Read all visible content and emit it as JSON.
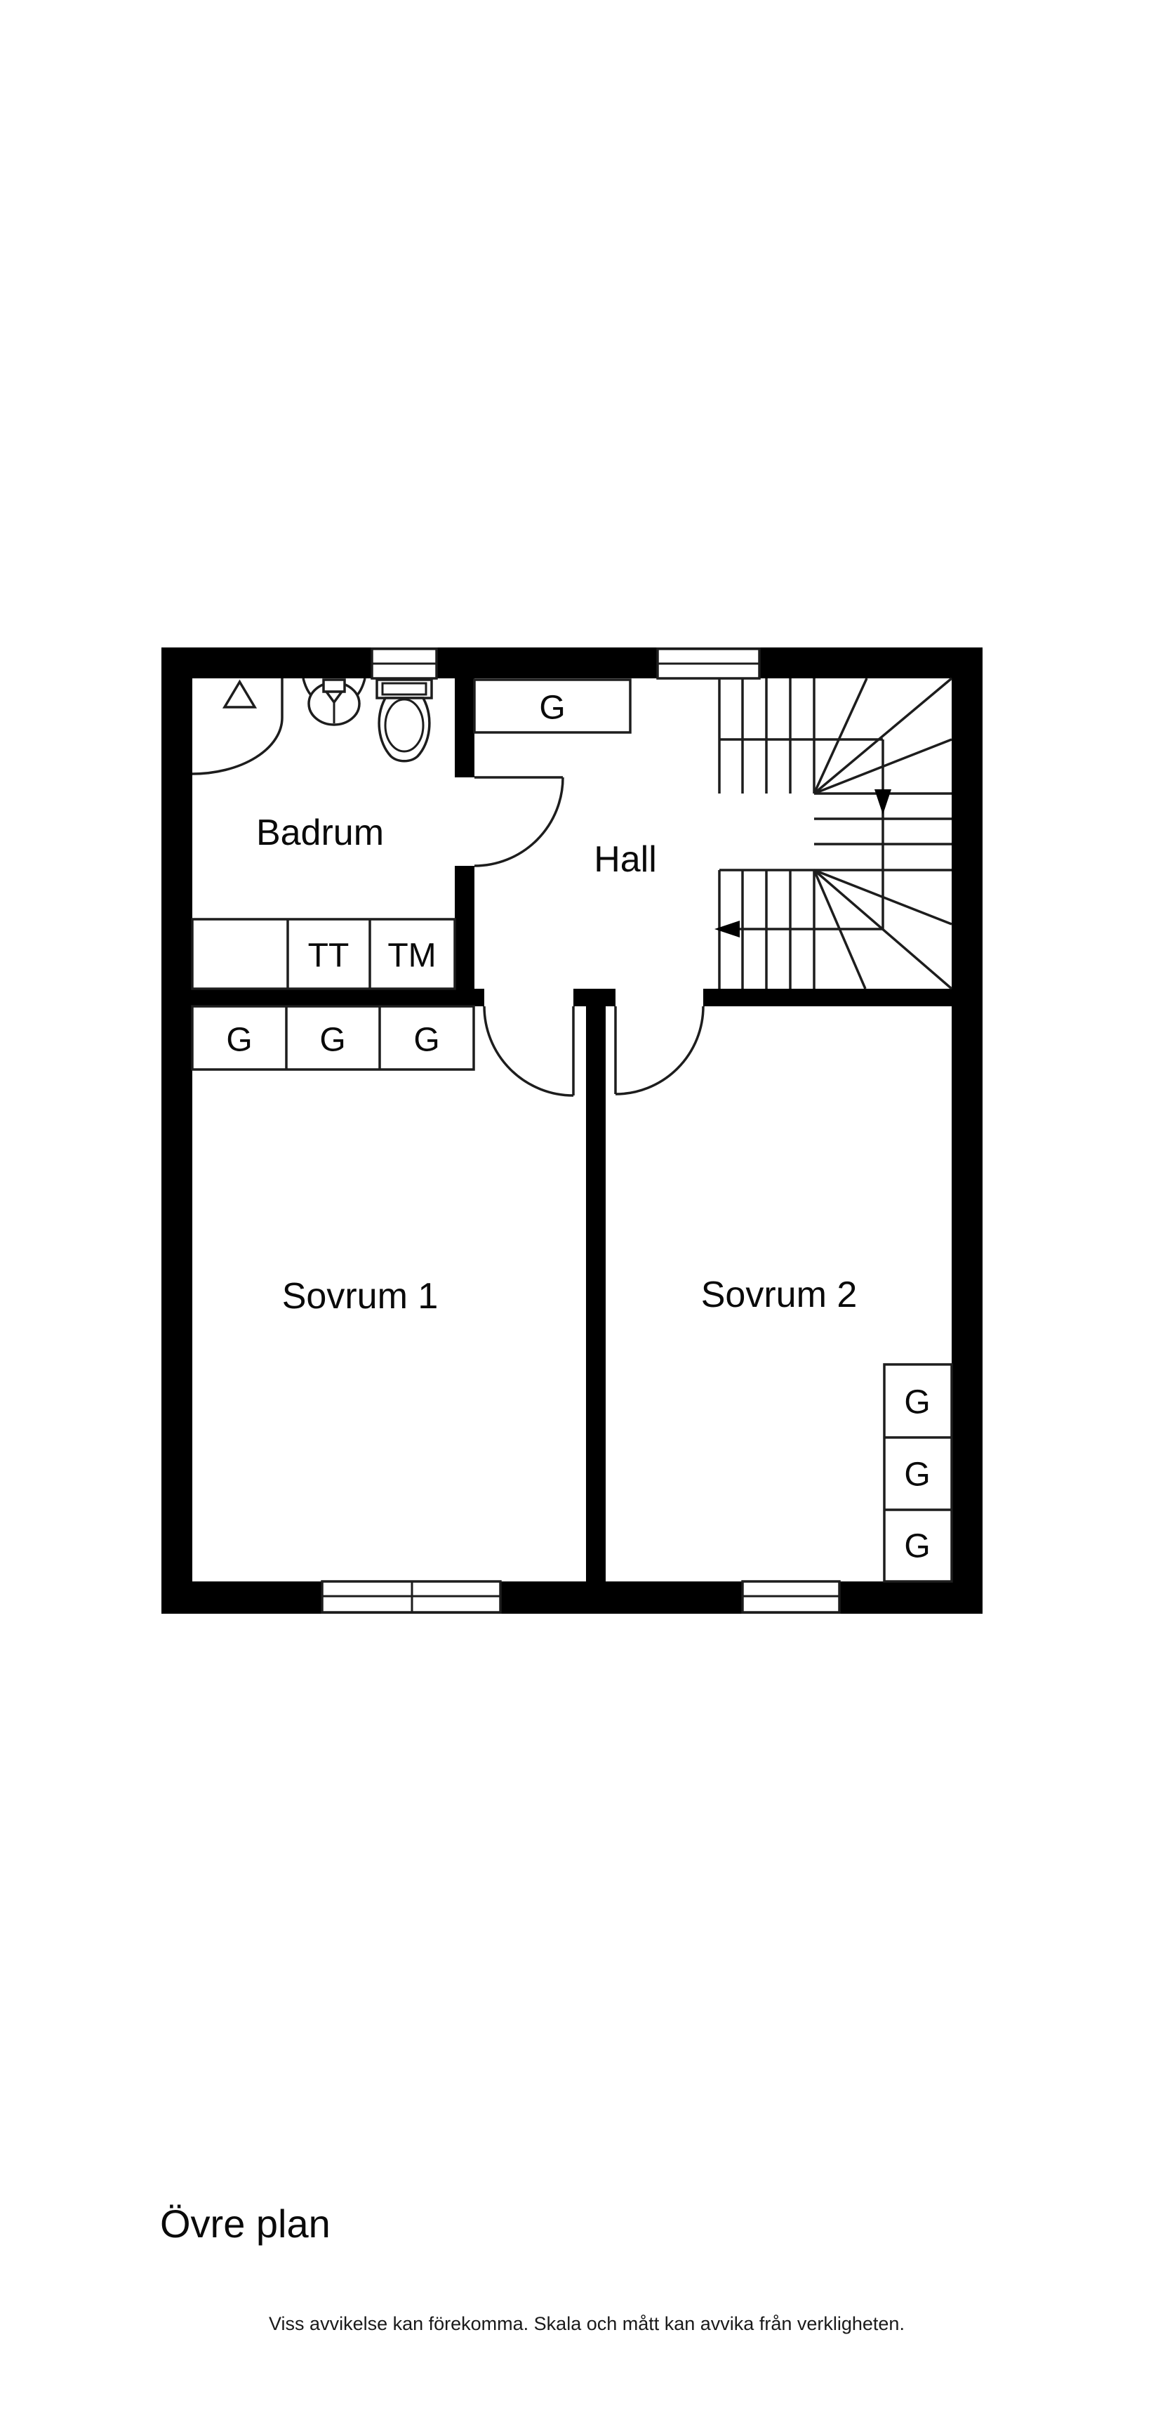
{
  "page": {
    "title": "Övre plan",
    "disclaimer": "Viss avvikelse kan förekomma. Skala och mått kan avvika från verkligheten."
  },
  "rooms": {
    "bathroom": "Badrum",
    "hall": "Hall",
    "bedroom1": "Sovrum 1",
    "bedroom2": "Sovrum 2"
  },
  "fixtures": {
    "wardrobe": "G",
    "tumble_dryer": "TT",
    "washing_machine": "TM"
  },
  "icons": {
    "shower": "shower-icon",
    "sink": "sink-icon",
    "toilet": "toilet-icon",
    "stairs_down_arrow": "stairs-down-arrow-icon",
    "stairs_exit_arrow": "stairs-exit-arrow-icon"
  },
  "colors": {
    "wall": "#000000",
    "line": "#1d1d1d",
    "background": "#ffffff",
    "text": "#0a0a0a"
  }
}
